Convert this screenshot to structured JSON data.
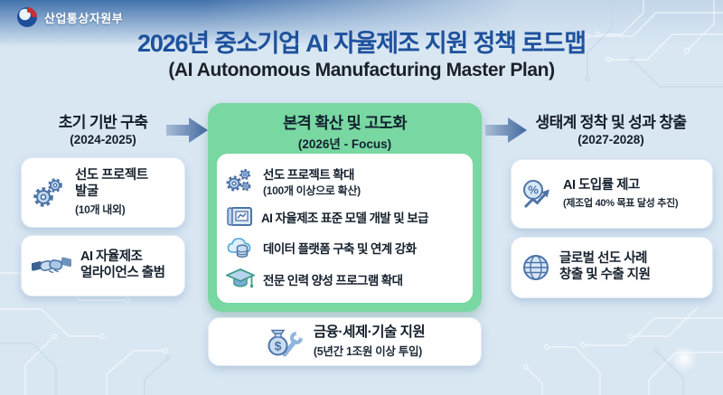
{
  "header": {
    "agency": "산업통상자원부",
    "title": "2026년 중소기업 AI 자율제조 지원 정책 로드맵",
    "subtitle": "(AI Autonomous Manufacturing Master Plan)"
  },
  "phase1": {
    "title": "초기 기반 구축",
    "period": "(2024-2025)",
    "card1": {
      "line1": "선도 프로젝트",
      "line2": "발굴",
      "note": "(10개 내외)"
    },
    "card2": {
      "line1": "AI 자율제조",
      "line2": "얼라이언스 출범"
    }
  },
  "phase2": {
    "title": "본격 확산 및 고도화",
    "period": "(2026년 - Focus)",
    "item1": {
      "title": "선도 프로젝트 확대",
      "note": "(100개 이상으로 확산)"
    },
    "item2": {
      "title": "AI 자율제조 표준 모델 개발 및 보급"
    },
    "item3": {
      "title": "데이터 플랫폼 구축 및 연계 강화"
    },
    "item4": {
      "title": "전문 인력 양성 프로그램 확대"
    }
  },
  "phase3": {
    "title": "생태계 정착 및 성과 창출",
    "period": "(2027-2028)",
    "card1": {
      "line1": "AI 도입률 제고",
      "note": "(제조업 40% 목표 달성 추진)"
    },
    "card2": {
      "line1": "글로벌 선도 사례",
      "line2": "창출 및 수출 지원"
    }
  },
  "support": {
    "title": "금융·세제·기술 지원",
    "note": "(5년간 1조원 이상 투입)"
  },
  "colors": {
    "background": "#d9e7f3",
    "band_blue": "#3e6eaa",
    "title_blue": "#1e519c",
    "panel_green": "#79d7a2",
    "arrow_gradient_from": "#a9bdd6",
    "arrow_gradient_to": "#41689f",
    "icon_blue": "#4d74a8",
    "icon_teal_cloud": "#61aed8",
    "icon_teal_cap": "#3f9d8b",
    "emblem_red": "#c53035",
    "emblem_blue": "#1c4f9c"
  },
  "icons": {
    "gov-emblem-icon": "taegeuk swirl emblem",
    "gears-icon": "double gear",
    "handshake-icon": "handshake",
    "gears-expand-icon": "triple gear",
    "blueprint-icon": "standard model blueprint with chart",
    "cloud-database-icon": "cloud with database cylinder",
    "graduation-cap-icon": "graduation cap with tassel",
    "percent-growth-icon": "percent circle with rising arrow",
    "globe-icon": "globe with meridians",
    "moneybag-wrench-icon": "money bag with wrench",
    "flow-arrow-icon": "right flow arrow",
    "percent_glyph": "%",
    "dollar_glyph": "$"
  }
}
